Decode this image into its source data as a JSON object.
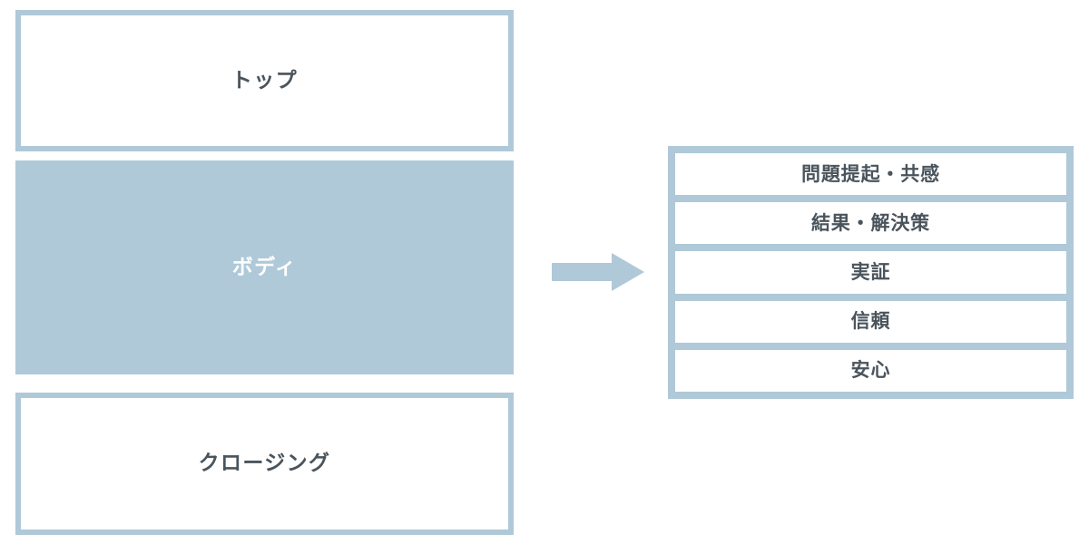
{
  "diagram": {
    "title": "",
    "colors": {
      "accent": "#AFC9D8",
      "text": "#4A545C",
      "box_fill": "#FFFFFF",
      "filled_box_text": "#FFFFFF",
      "background": "#FFFFFF"
    },
    "left_column": {
      "boxes": [
        {
          "label": "トップ",
          "style": "outline"
        },
        {
          "label": "ボディ",
          "style": "filled"
        },
        {
          "label": "クロージング",
          "style": "outline"
        }
      ]
    },
    "connector": {
      "icon": "arrow-right-icon",
      "direction": "right",
      "color": "#AFC9D8"
    },
    "right_panel": {
      "boxes": [
        {
          "label": "問題提起・共感"
        },
        {
          "label": "結果・解決策"
        },
        {
          "label": "実証"
        },
        {
          "label": "信頼"
        },
        {
          "label": "安心"
        }
      ]
    }
  }
}
